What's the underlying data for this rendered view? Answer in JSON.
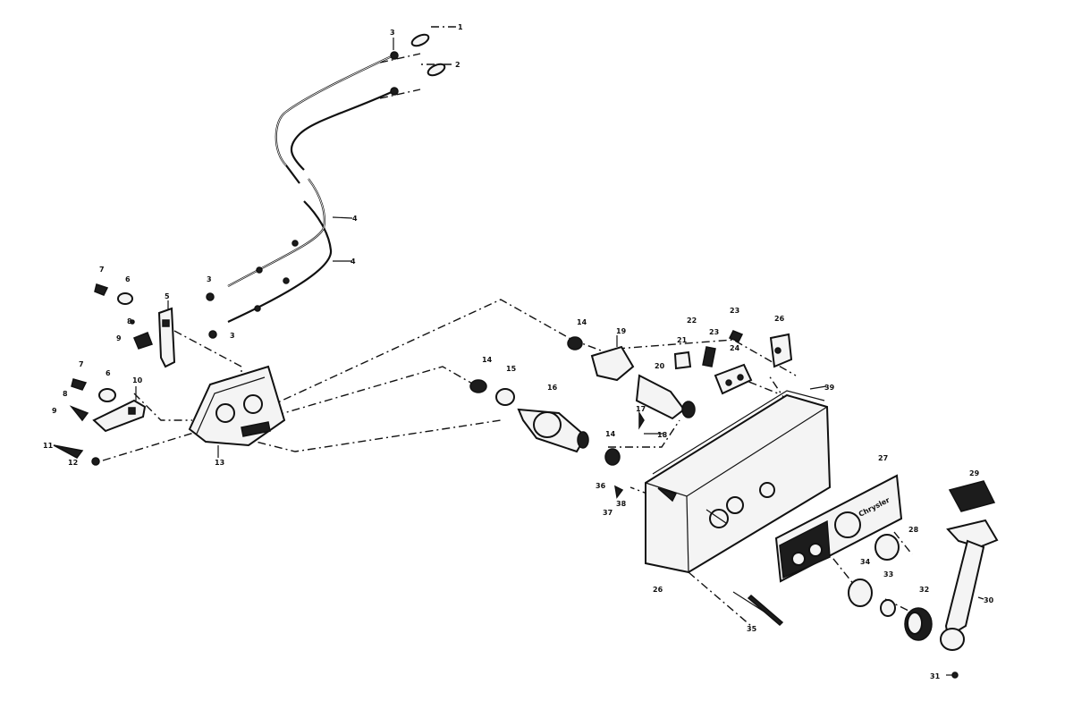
{
  "callouts": {
    "c1": "1",
    "c2": "2",
    "c3a": "3",
    "c3b": "3",
    "c3c": "3",
    "c4a": "4",
    "c4b": "4",
    "c5": "5",
    "c6a": "6",
    "c6b": "6",
    "c7a": "7",
    "c7b": "7",
    "c8a": "8",
    "c8b": "8",
    "c9a": "9",
    "c9b": "9",
    "c10": "10",
    "c11": "11",
    "c12": "12",
    "c13": "13",
    "c14a": "14",
    "c14b": "14",
    "c14c": "14",
    "c15": "15",
    "c16": "16",
    "c17": "17",
    "c18": "18",
    "c19": "19",
    "c20": "20",
    "c21": "21",
    "c22": "22",
    "c23a": "23",
    "c23b": "23",
    "c24": "24",
    "c26a": "26",
    "c26b": "26",
    "c27": "27",
    "c28": "28",
    "c29": "29",
    "c30": "30",
    "c31": "31",
    "c32": "32",
    "c33": "33",
    "c34": "34",
    "c35": "35",
    "c36": "36",
    "c37": "37",
    "c38": "38",
    "c39": "39"
  },
  "nameplate_text": "Chrysler"
}
